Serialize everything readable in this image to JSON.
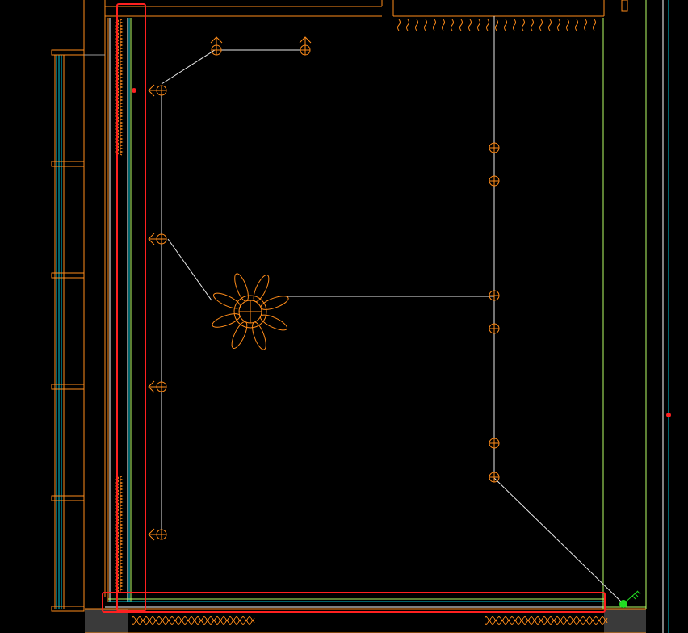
{
  "colors": {
    "background": "#000000",
    "wall": "#ff8c1a",
    "light_wiring": "#e8e8e8",
    "glass": "#00c8d8",
    "boundary": "#b8ff66",
    "selection": "#ff2020",
    "grip_point": "#ff2020",
    "ucs_marker": "#22dd22",
    "floor_fill": "#3a3a3a"
  },
  "drawing": {
    "type": "cad-ceiling-lighting-plan",
    "fixtures": [
      {
        "kind": "pendant-chandelier",
        "icon": "chandelier-icon"
      },
      {
        "kind": "wall-light",
        "icon": "wall-light-icon",
        "count": 6
      },
      {
        "kind": "downlight",
        "icon": "downlight-icon",
        "count": 6
      }
    ],
    "selections": [
      {
        "name": "left-wall-selection"
      },
      {
        "name": "bottom-wall-selection"
      }
    ]
  }
}
